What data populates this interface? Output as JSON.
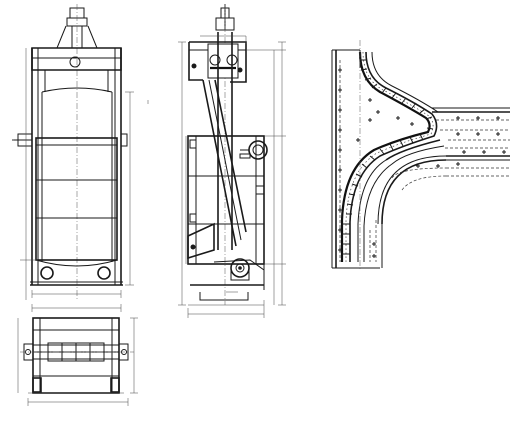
{
  "drawing": {
    "views": [
      {
        "id": "front-elevation"
      },
      {
        "id": "side-elevation"
      },
      {
        "id": "plan-view"
      },
      {
        "id": "channel-layout"
      }
    ]
  }
}
